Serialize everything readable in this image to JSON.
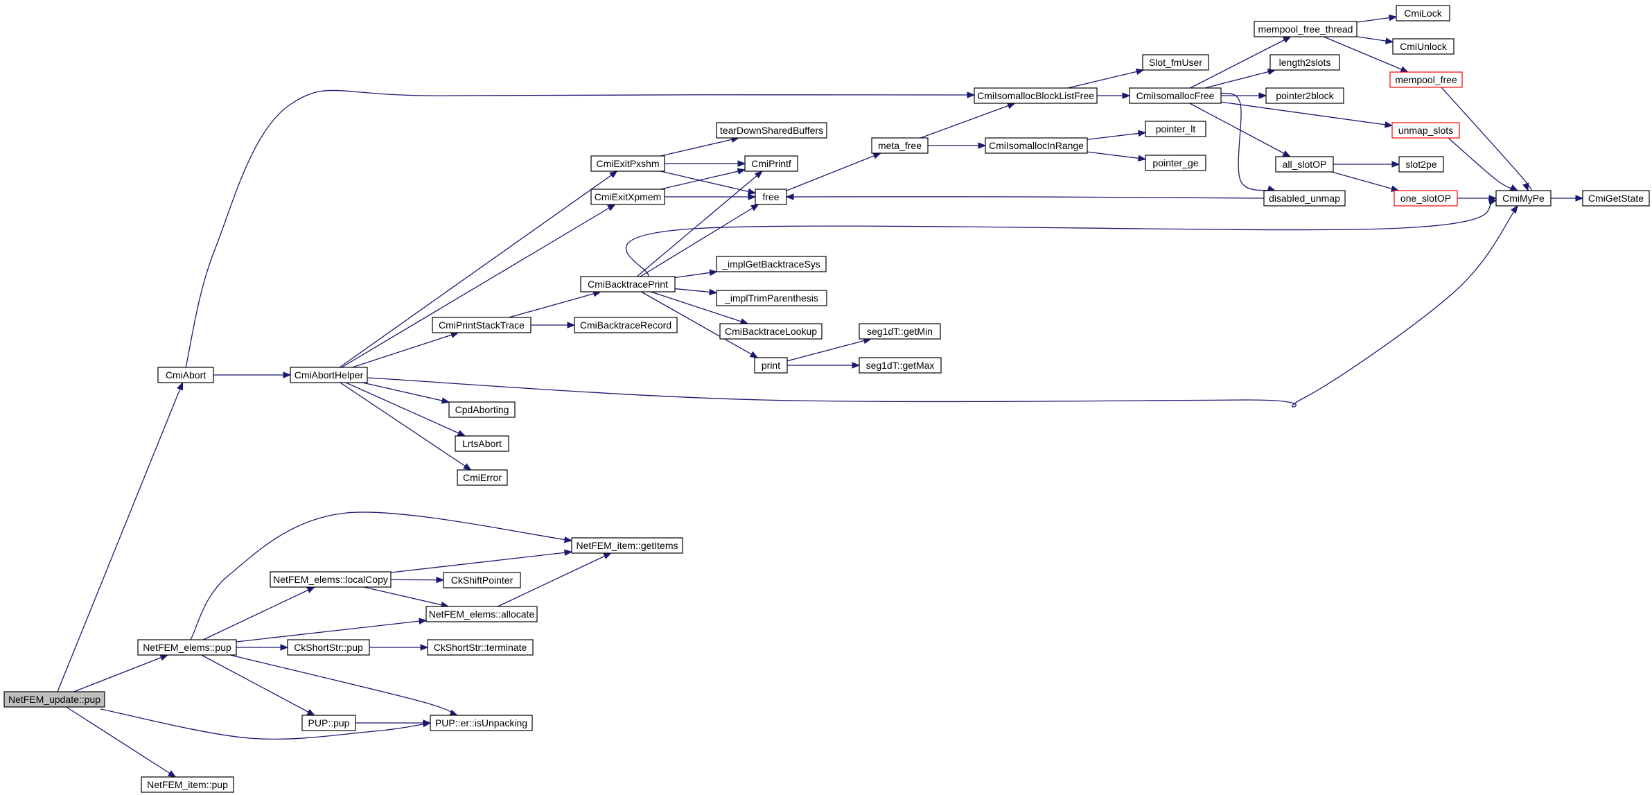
{
  "graph": {
    "nodes": [
      {
        "id": "netfem_update_pup",
        "label": "NetFEM_update::pup",
        "root": true
      },
      {
        "id": "cmiabort",
        "label": "CmiAbort"
      },
      {
        "id": "cmiaborthelper",
        "label": "CmiAbortHelper"
      },
      {
        "id": "cmiisomallocblocklistfree",
        "label": "CmiIsomallocBlockListFree"
      },
      {
        "id": "slot_fmuser",
        "label": "Slot_fmUser"
      },
      {
        "id": "cmiisomallocfree",
        "label": "CmiIsomallocFree"
      },
      {
        "id": "mempool_free_thread",
        "label": "mempool_free_thread"
      },
      {
        "id": "cmilock",
        "label": "CmiLock"
      },
      {
        "id": "cmiunlock",
        "label": "CmiUnlock"
      },
      {
        "id": "mempool_free",
        "label": "mempool_free",
        "truncated": true
      },
      {
        "id": "length2slots",
        "label": "length2slots"
      },
      {
        "id": "pointer2block",
        "label": "pointer2block"
      },
      {
        "id": "unmap_slots",
        "label": "unmap_slots",
        "truncated": true
      },
      {
        "id": "all_slotop",
        "label": "all_slotOP"
      },
      {
        "id": "slot2pe",
        "label": "slot2pe"
      },
      {
        "id": "one_slotop",
        "label": "one_slotOP",
        "truncated": true
      },
      {
        "id": "cmimype",
        "label": "CmiMyPe"
      },
      {
        "id": "cmigetstate",
        "label": "CmiGetState"
      },
      {
        "id": "disabled_unmap",
        "label": "disabled_unmap"
      },
      {
        "id": "meta_free",
        "label": "meta_free"
      },
      {
        "id": "cmiisomallocinrange",
        "label": "CmiIsomallocInRange"
      },
      {
        "id": "pointer_lt",
        "label": "pointer_lt"
      },
      {
        "id": "pointer_ge",
        "label": "pointer_ge"
      },
      {
        "id": "free",
        "label": "free"
      },
      {
        "id": "cmiexitpxshm",
        "label": "CmiExitPxshm"
      },
      {
        "id": "teardownsharedbuffers",
        "label": "tearDownSharedBuffers"
      },
      {
        "id": "cmiprintf",
        "label": "CmiPrintf"
      },
      {
        "id": "cmiexitxpmem",
        "label": "CmiExitXpmem"
      },
      {
        "id": "cmibacktraceprint",
        "label": "CmiBacktracePrint"
      },
      {
        "id": "implgetbacktracesys",
        "label": "_implGetBacktraceSys"
      },
      {
        "id": "impltrimparenthesis",
        "label": "_implTrimParenthesis"
      },
      {
        "id": "cmibacktracelookup",
        "label": "CmiBacktraceLookup"
      },
      {
        "id": "print",
        "label": "print"
      },
      {
        "id": "seg1dt_getmin",
        "label": "seg1dT::getMin"
      },
      {
        "id": "seg1dt_getmax",
        "label": "seg1dT::getMax"
      },
      {
        "id": "cmiprintstacktrace",
        "label": "CmiPrintStackTrace"
      },
      {
        "id": "cmibacktracerecord",
        "label": "CmiBacktraceRecord"
      },
      {
        "id": "cpdaborting",
        "label": "CpdAborting"
      },
      {
        "id": "lrtsabort",
        "label": "LrtsAbort"
      },
      {
        "id": "cmierror",
        "label": "CmiError"
      },
      {
        "id": "netfem_item_getitems",
        "label": "NetFEM_item::getItems"
      },
      {
        "id": "netfem_elems_localcopy",
        "label": "NetFEM_elems::localCopy"
      },
      {
        "id": "ckshiftpointer",
        "label": "CkShiftPointer"
      },
      {
        "id": "netfem_elems_allocate",
        "label": "NetFEM_elems::allocate"
      },
      {
        "id": "netfem_elems_pup",
        "label": "NetFEM_elems::pup"
      },
      {
        "id": "ckshortstr_pup",
        "label": "CkShortStr::pup"
      },
      {
        "id": "ckshortstr_terminate",
        "label": "CkShortStr::terminate"
      },
      {
        "id": "pup_pup",
        "label": "PUP::pup"
      },
      {
        "id": "pup_er_isunpacking",
        "label": "PUP::er::isUnpacking"
      },
      {
        "id": "netfem_item_pup",
        "label": "NetFEM_item::pup"
      }
    ],
    "edges": [
      {
        "from": "netfem_update_pup",
        "to": "cmiabort"
      },
      {
        "from": "netfem_update_pup",
        "to": "netfem_elems_pup"
      },
      {
        "from": "netfem_update_pup",
        "to": "pup_er_isunpacking"
      },
      {
        "from": "netfem_update_pup",
        "to": "netfem_item_pup"
      },
      {
        "from": "cmiabort",
        "to": "cmiaborthelper"
      },
      {
        "from": "cmiabort",
        "to": "cmiisomallocblocklistfree"
      },
      {
        "from": "cmiaborthelper",
        "to": "cmiexitpxshm"
      },
      {
        "from": "cmiaborthelper",
        "to": "cmiexitxpmem"
      },
      {
        "from": "cmiaborthelper",
        "to": "cmiprintstacktrace"
      },
      {
        "from": "cmiaborthelper",
        "to": "cmimype"
      },
      {
        "from": "cmiaborthelper",
        "to": "cpdaborting"
      },
      {
        "from": "cmiaborthelper",
        "to": "lrtsabort"
      },
      {
        "from": "cmiaborthelper",
        "to": "cmierror"
      },
      {
        "from": "cmiisomallocblocklistfree",
        "to": "slot_fmuser"
      },
      {
        "from": "cmiisomallocblocklistfree",
        "to": "cmiisomallocfree"
      },
      {
        "from": "cmiisomallocfree",
        "to": "mempool_free_thread"
      },
      {
        "from": "cmiisomallocfree",
        "to": "length2slots"
      },
      {
        "from": "cmiisomallocfree",
        "to": "pointer2block"
      },
      {
        "from": "cmiisomallocfree",
        "to": "unmap_slots"
      },
      {
        "from": "cmiisomallocfree",
        "to": "all_slotop"
      },
      {
        "from": "cmiisomallocfree",
        "to": "disabled_unmap"
      },
      {
        "from": "mempool_free_thread",
        "to": "cmilock"
      },
      {
        "from": "mempool_free_thread",
        "to": "cmiunlock"
      },
      {
        "from": "mempool_free_thread",
        "to": "mempool_free"
      },
      {
        "from": "mempool_free",
        "to": "cmimype"
      },
      {
        "from": "unmap_slots",
        "to": "cmimype"
      },
      {
        "from": "all_slotop",
        "to": "slot2pe"
      },
      {
        "from": "all_slotop",
        "to": "one_slotop"
      },
      {
        "from": "one_slotop",
        "to": "cmimype"
      },
      {
        "from": "cmimype",
        "to": "cmigetstate"
      },
      {
        "from": "disabled_unmap",
        "to": "free"
      },
      {
        "from": "meta_free",
        "to": "cmiisomallocblocklistfree"
      },
      {
        "from": "meta_free",
        "to": "cmiisomallocinrange"
      },
      {
        "from": "cmiisomallocinrange",
        "to": "pointer_lt"
      },
      {
        "from": "cmiisomallocinrange",
        "to": "pointer_ge"
      },
      {
        "from": "free",
        "to": "meta_free"
      },
      {
        "from": "cmiexitpxshm",
        "to": "teardownsharedbuffers"
      },
      {
        "from": "cmiexitpxshm",
        "to": "cmiprintf"
      },
      {
        "from": "cmiexitpxshm",
        "to": "free"
      },
      {
        "from": "cmiexitxpmem",
        "to": "cmiprintf"
      },
      {
        "from": "cmiexitxpmem",
        "to": "free"
      },
      {
        "from": "cmiprintstacktrace",
        "to": "cmibacktraceprint"
      },
      {
        "from": "cmiprintstacktrace",
        "to": "cmibacktracerecord"
      },
      {
        "from": "cmibacktraceprint",
        "to": "cmiprintf"
      },
      {
        "from": "cmibacktraceprint",
        "to": "free"
      },
      {
        "from": "cmibacktraceprint",
        "to": "cmimype"
      },
      {
        "from": "cmibacktraceprint",
        "to": "implgetbacktracesys"
      },
      {
        "from": "cmibacktraceprint",
        "to": "impltrimparenthesis"
      },
      {
        "from": "cmibacktraceprint",
        "to": "cmibacktracelookup"
      },
      {
        "from": "cmibacktraceprint",
        "to": "print"
      },
      {
        "from": "print",
        "to": "seg1dt_getmin"
      },
      {
        "from": "print",
        "to": "seg1dt_getmax"
      },
      {
        "from": "netfem_elems_pup",
        "to": "netfem_item_getitems"
      },
      {
        "from": "netfem_elems_pup",
        "to": "netfem_elems_localcopy"
      },
      {
        "from": "netfem_elems_pup",
        "to": "netfem_elems_allocate"
      },
      {
        "from": "netfem_elems_pup",
        "to": "ckshortstr_pup"
      },
      {
        "from": "netfem_elems_pup",
        "to": "pup_pup"
      },
      {
        "from": "netfem_elems_pup",
        "to": "pup_er_isunpacking"
      },
      {
        "from": "netfem_elems_localcopy",
        "to": "netfem_item_getitems"
      },
      {
        "from": "netfem_elems_localcopy",
        "to": "ckshiftpointer"
      },
      {
        "from": "netfem_elems_localcopy",
        "to": "netfem_elems_allocate"
      },
      {
        "from": "netfem_elems_allocate",
        "to": "netfem_item_getitems"
      },
      {
        "from": "ckshortstr_pup",
        "to": "ckshortstr_terminate"
      },
      {
        "from": "pup_pup",
        "to": "pup_er_isunpacking"
      }
    ]
  }
}
